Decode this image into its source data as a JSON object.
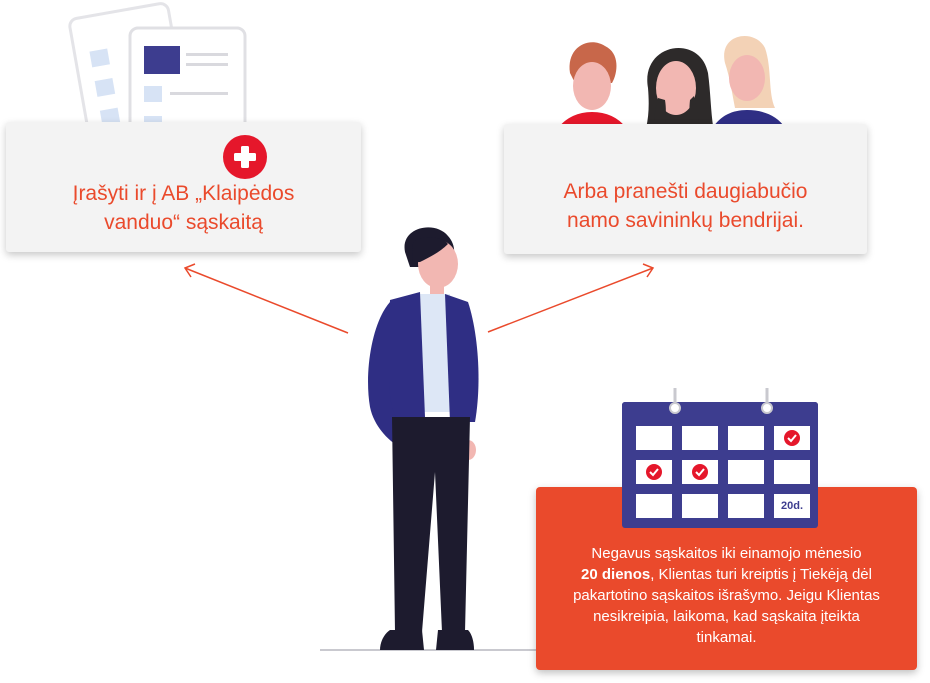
{
  "colors": {
    "accent": "#ea4a2c",
    "card_bg": "#f3f3f3",
    "calendar_blue": "#3d3d8f",
    "plus_red": "#e5172b",
    "suit_blue": "#2f2e84"
  },
  "left_card": {
    "line1": "Įrašyti ir į AB „Klaipėdos",
    "line2": "vanduo“ sąskaitą",
    "icon": "plus-icon"
  },
  "right_card": {
    "line1": "Arba pranešti daugiabučio",
    "line2": "namo savininkų bendrijai."
  },
  "calendar": {
    "day_label": "20d.",
    "checked_cells": 3
  },
  "notice": {
    "line1": "Negavus sąskaitos iki einamojo mėnesio",
    "bold": "20 dienos",
    "line2_rest": ", Klientas turi kreiptis į Tiekėją dėl",
    "line3": "pakartotino sąskaitos išrašymo. Jeigu Klientas",
    "line4": "nesikreipia, laikoma, kad sąskaita įteikta",
    "line5": "tinkamai."
  }
}
